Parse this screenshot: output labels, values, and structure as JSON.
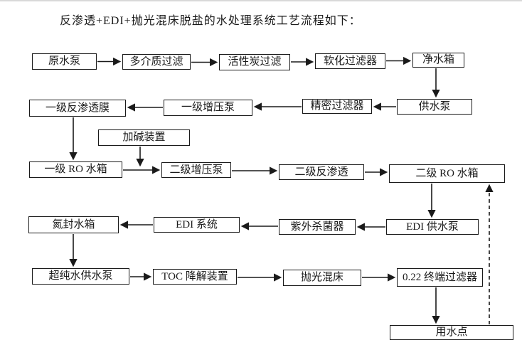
{
  "title": "反渗透+EDI+抛光混床脱盐的水处理系统工艺流程如下：",
  "colors": {
    "background": "#ffffff",
    "line": "#1a1a1a",
    "box_border": "#1a1a1a",
    "text": "#1a1a1a",
    "top_rule": "#d9d9d9"
  },
  "nodes": [
    {
      "id": "raw-water-pump",
      "label": "原水泵"
    },
    {
      "id": "multimedia-filter",
      "label": "多介质过滤"
    },
    {
      "id": "activated-carbon-filter",
      "label": "活性炭过滤"
    },
    {
      "id": "softening-filter",
      "label": "软化过滤器"
    },
    {
      "id": "clean-water-tank",
      "label": "净水箱"
    },
    {
      "id": "feed-water-pump",
      "label": "供水泵"
    },
    {
      "id": "precision-filter",
      "label": "精密过滤器"
    },
    {
      "id": "stage1-booster-pump",
      "label": "一级增压泵"
    },
    {
      "id": "stage1-ro-membrane",
      "label": "一级反渗透膜"
    },
    {
      "id": "alkali-dosing-unit",
      "label": "加碱装置"
    },
    {
      "id": "stage1-ro-tank",
      "label": "一级 RO 水箱"
    },
    {
      "id": "stage2-booster-pump",
      "label": "二级增压泵"
    },
    {
      "id": "stage2-ro",
      "label": "二级反渗透"
    },
    {
      "id": "stage2-ro-tank",
      "label": "二级 RO 水箱"
    },
    {
      "id": "edi-feed-pump",
      "label": "EDI 供水泵"
    },
    {
      "id": "uv-sterilizer",
      "label": "紫外杀菌器"
    },
    {
      "id": "edi-system",
      "label": "EDI 系统"
    },
    {
      "id": "nitrogen-sealed-tank",
      "label": "氮封水箱"
    },
    {
      "id": "ultrapure-feed-pump",
      "label": "超纯水供水泵"
    },
    {
      "id": "toc-degradation-unit",
      "label": "TOC 降解装置"
    },
    {
      "id": "polishing-mixed-bed",
      "label": "抛光混床"
    },
    {
      "id": "terminal-filter-022",
      "label": "0.22 终端过滤器"
    },
    {
      "id": "use-point",
      "label": "用水点"
    }
  ],
  "edges": [
    {
      "from": "raw-water-pump",
      "to": "multimedia-filter",
      "style": "solid"
    },
    {
      "from": "multimedia-filter",
      "to": "activated-carbon-filter",
      "style": "solid"
    },
    {
      "from": "activated-carbon-filter",
      "to": "softening-filter",
      "style": "solid"
    },
    {
      "from": "softening-filter",
      "to": "clean-water-tank",
      "style": "solid"
    },
    {
      "from": "clean-water-tank",
      "to": "feed-water-pump",
      "style": "solid"
    },
    {
      "from": "feed-water-pump",
      "to": "precision-filter",
      "style": "solid"
    },
    {
      "from": "precision-filter",
      "to": "stage1-booster-pump",
      "style": "solid"
    },
    {
      "from": "stage1-booster-pump",
      "to": "stage1-ro-membrane",
      "style": "solid"
    },
    {
      "from": "stage1-ro-membrane",
      "to": "stage1-ro-tank",
      "style": "solid"
    },
    {
      "from": "alkali-dosing-unit",
      "to": "stage1-ro-tank-to-stage2-booster-pump-line",
      "style": "solid"
    },
    {
      "from": "stage1-ro-tank",
      "to": "stage2-booster-pump",
      "style": "solid"
    },
    {
      "from": "stage2-booster-pump",
      "to": "stage2-ro",
      "style": "solid"
    },
    {
      "from": "stage2-ro",
      "to": "stage2-ro-tank",
      "style": "solid"
    },
    {
      "from": "stage2-ro-tank",
      "to": "edi-feed-pump",
      "style": "solid"
    },
    {
      "from": "edi-feed-pump",
      "to": "uv-sterilizer",
      "style": "solid"
    },
    {
      "from": "uv-sterilizer",
      "to": "edi-system",
      "style": "solid"
    },
    {
      "from": "edi-system",
      "to": "nitrogen-sealed-tank",
      "style": "solid"
    },
    {
      "from": "nitrogen-sealed-tank",
      "to": "ultrapure-feed-pump",
      "style": "solid"
    },
    {
      "from": "ultrapure-feed-pump",
      "to": "toc-degradation-unit",
      "style": "solid"
    },
    {
      "from": "toc-degradation-unit",
      "to": "polishing-mixed-bed",
      "style": "solid"
    },
    {
      "from": "polishing-mixed-bed",
      "to": "terminal-filter-022",
      "style": "solid"
    },
    {
      "from": "terminal-filter-022",
      "to": "use-point",
      "style": "solid"
    },
    {
      "from": "use-point",
      "to": "stage2-ro-tank",
      "style": "dashed"
    }
  ]
}
